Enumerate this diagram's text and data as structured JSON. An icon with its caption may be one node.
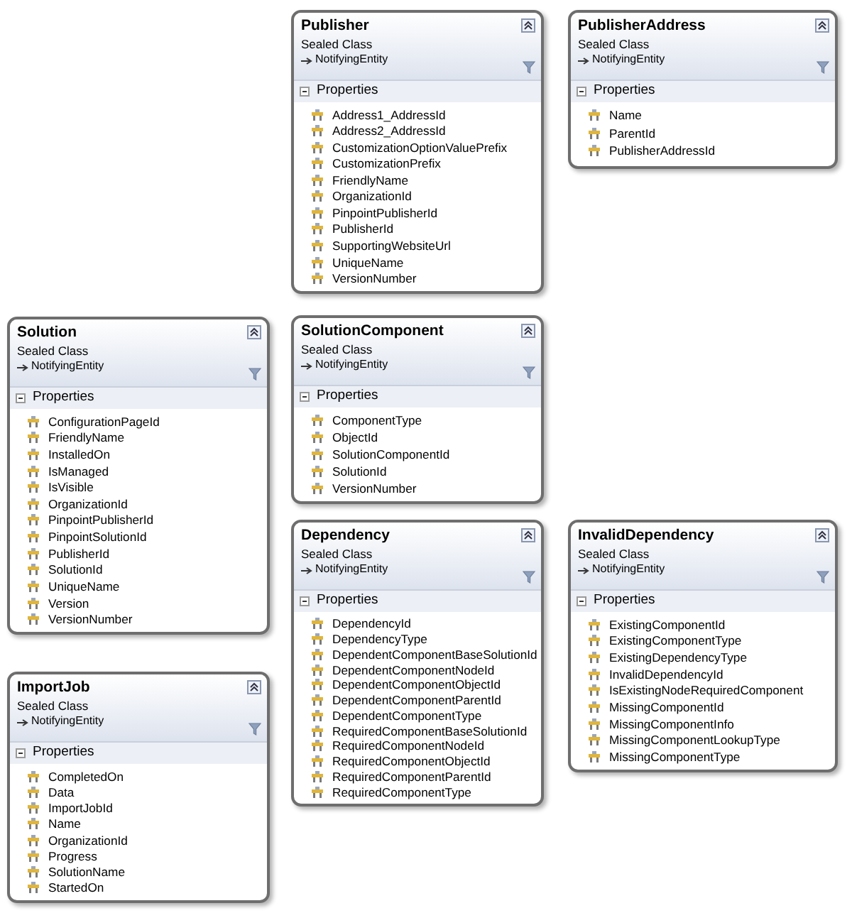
{
  "diagram": {
    "nodes": [
      {
        "text": [
          "Publisher",
          "Sealed Class",
          "NotifyingEntity",
          "Properties",
          "Address1_AddressId",
          "Address2_AddressId",
          "CustomizationOptionValuePrefix",
          "CustomizationPrefix",
          "FriendlyName",
          "OrganizationId",
          "PinpointPublisherId",
          "PublisherId",
          "SupportingWebsiteUrl",
          "UniqueName",
          "VersionNumber"
        ]
      },
      {
        "text": [
          "PublisherAddress",
          "Sealed Class",
          "NotifyingEntity",
          "Properties",
          "Name",
          "ParentId",
          "PublisherAddressId"
        ]
      },
      {
        "text": [
          "Solution",
          "Sealed Class",
          "NotifyingEntity",
          "Properties",
          "ConfigurationPageId",
          "FriendlyName",
          "InstalledOn",
          "IsManaged",
          "IsVisible",
          "OrganizationId",
          "PinpointPublisherId",
          "PinpointSolutionId",
          "PublisherId",
          "SolutionId",
          "UniqueName",
          "Version",
          "VersionNumber"
        ]
      },
      {
        "text": [
          "SolutionComponent",
          "Sealed Class",
          "NotifyingEntity",
          "Properties",
          "ComponentType",
          "ObjectId",
          "SolutionComponentId",
          "SolutionId",
          "VersionNumber"
        ]
      },
      {
        "text": [
          "Dependency",
          "Sealed Class",
          "NotifyingEntity",
          "Properties",
          "DependencyId",
          "DependencyType",
          "DependentComponentBaseSolutionId",
          "DependentComponentNodeId",
          "DependentComponentObjectId",
          "DependentComponentParentId",
          "DependentComponentType",
          "RequiredComponentBaseSolutionId",
          "RequiredComponentNodeId",
          "RequiredComponentObjectId",
          "RequiredComponentParentId",
          "RequiredComponentType"
        ]
      },
      {
        "text": [
          "InvalidDependency",
          "Sealed Class",
          "NotifyingEntity",
          "Properties",
          "ExistingComponentId",
          "ExistingComponentType",
          "ExistingDependencyType",
          "InvalidDependencyId",
          "IsExistingNodeRequiredComponent",
          "MissingComponentId",
          "MissingComponentInfo",
          "MissingComponentLookupType",
          "MissingComponentType"
        ]
      },
      {
        "text": [
          "ImportJob",
          "Sealed Class",
          "NotifyingEntity",
          "Properties",
          "CompletedOn",
          "Data",
          "ImportJobId",
          "Name",
          "OrganizationId",
          "Progress",
          "SolutionName",
          "StartedOn"
        ]
      }
    ]
  }
}
